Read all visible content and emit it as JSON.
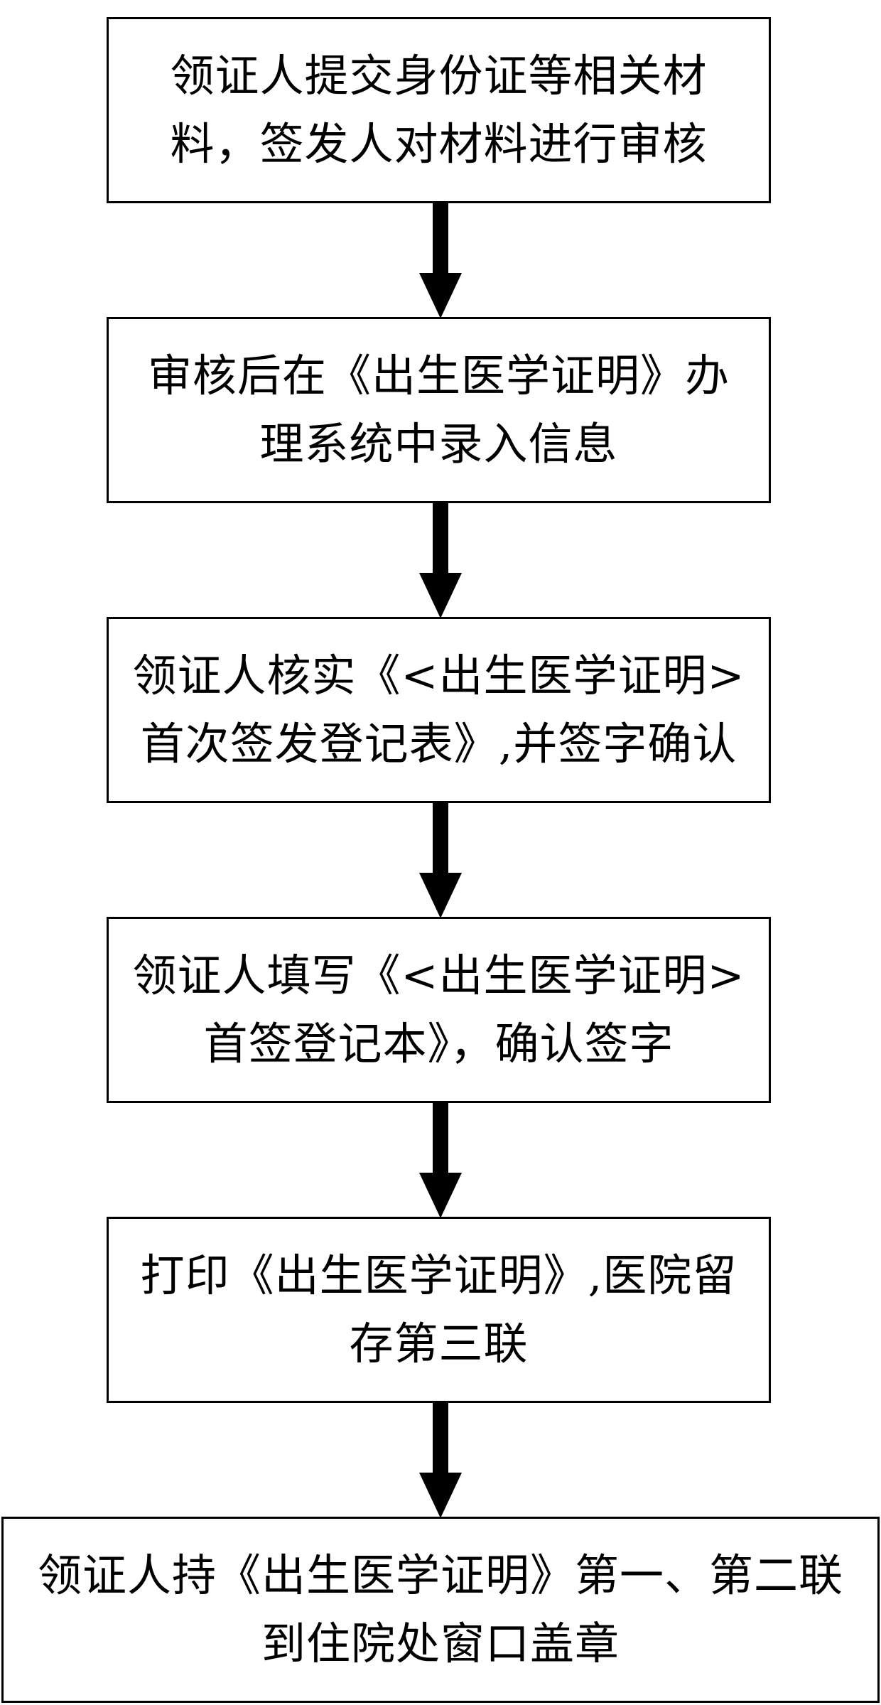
{
  "colors": {
    "stroke": "#000000",
    "background": "#ffffff"
  },
  "steps": [
    {
      "line1": "领证人提交身份证等相关材",
      "line2": "料，签发人对材料进行审核"
    },
    {
      "line1": "审核后在《出生医学证明》办",
      "line2": "理系统中录入信息"
    },
    {
      "line1": "领证人核实《<出生医学证明>",
      "line2": "首次签发登记表》,并签字确认"
    },
    {
      "line1": "领证人填写《<出生医学证明>",
      "line2": "首签登记本》，确认签字"
    },
    {
      "line1": "打印《出生医学证明》,医院留",
      "line2": "存第三联"
    },
    {
      "line1": "领证人持《出生医学证明》第一、第二联",
      "line2": "到住院处窗口盖章"
    }
  ]
}
